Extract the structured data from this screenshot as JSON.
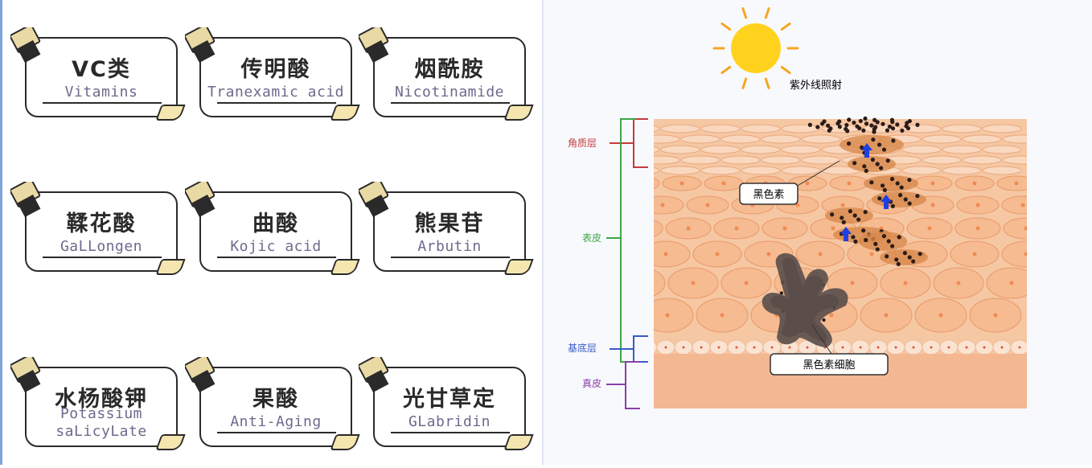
{
  "ingredients": [
    {
      "cn": "VC类",
      "en_lines": [
        "Vitamins"
      ]
    },
    {
      "cn": "传明酸",
      "en_lines": [
        "Tranexamic acid"
      ]
    },
    {
      "cn": "烟酰胺",
      "en_lines": [
        "Nicotinamide"
      ]
    },
    {
      "cn": "鞣花酸",
      "en_lines": [
        "GaLLongen"
      ]
    },
    {
      "cn": "曲酸",
      "en_lines": [
        "Kojic acid"
      ]
    },
    {
      "cn": "熊果苷",
      "en_lines": [
        "Arbutin"
      ]
    },
    {
      "cn": "水杨酸钾",
      "en_lines": [
        "Potassium",
        "saLicyLate"
      ]
    },
    {
      "cn": "果酸",
      "en_lines": [
        "Anti-Aging"
      ]
    },
    {
      "cn": "光甘草定",
      "en_lines": [
        "GLabridin"
      ]
    }
  ],
  "diagram": {
    "uv_label": "紫外线照射",
    "layers": {
      "stratum_corneum": "角质层",
      "epidermis": "表皮",
      "basal_layer": "基底层",
      "dermis": "真皮"
    },
    "melanin_label": "黑色素",
    "melanocyte_label": "黑色素细胞",
    "colors": {
      "sun": "#ffd21e",
      "sun_rays": "#f5a623",
      "corneum_bracket": "#c23c3c",
      "epidermis_bracket": "#3aa845",
      "basal_bracket": "#3a5bc7",
      "dermis_bracket": "#8a3fa8",
      "arrow": "#1f3fe0",
      "melanocyte": "#5a4e4a"
    }
  }
}
